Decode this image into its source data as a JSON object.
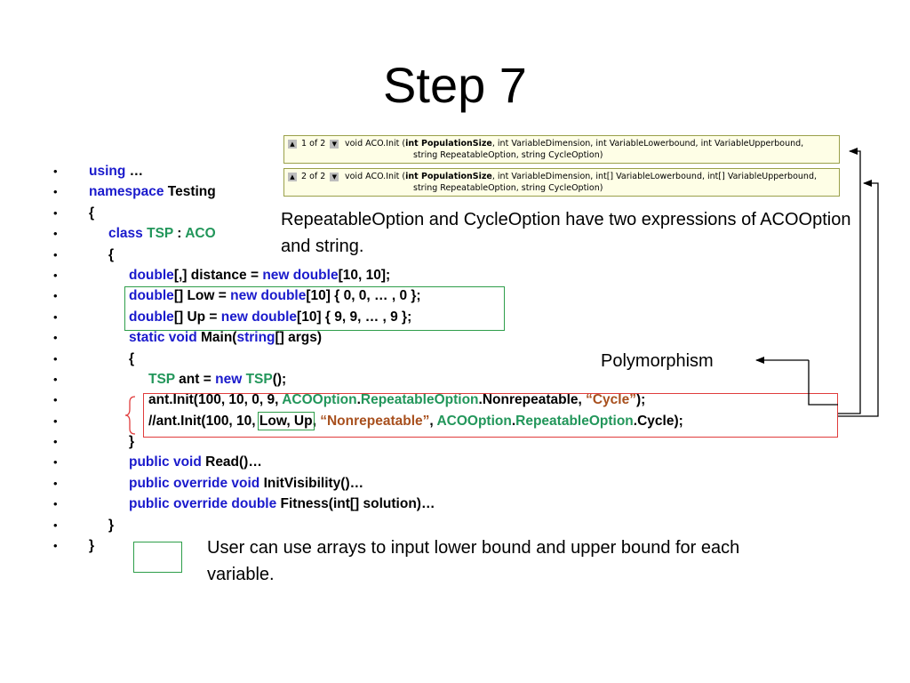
{
  "title": "Step 7",
  "tooltips": [
    {
      "counter": "1 of 2",
      "sig_prefix": "void ACO.Init (",
      "sig_bold": "int PopulationSize",
      "sig_rest": ", int VariableDimension, int VariableLowerbound, int VariableUpperbound,",
      "cont": "string RepeatableOption, string CycleOption)"
    },
    {
      "counter": "2 of 2",
      "sig_prefix": "void ACO.Init (",
      "sig_bold": "int PopulationSize",
      "sig_rest": ", int VariableDimension, int[] VariableLowerbound, int[] VariableUpperbound,",
      "cont": "string RepeatableOption, string CycleOption)"
    }
  ],
  "code": {
    "bullet": "•",
    "l1": {
      "kw": "using",
      "rest": " …"
    },
    "l2": {
      "kw": "namespace",
      "rest": " Testing"
    },
    "l3": "{",
    "l4": {
      "kw": "class",
      "t1": "TSP",
      "sep": " : ",
      "t2": "ACO"
    },
    "l5": "{",
    "l6": {
      "kw1": "double",
      "a": "[,] distance = ",
      "kw2": "new double",
      "b": "[10, 10];"
    },
    "l7": {
      "kw1": "double",
      "a": "[] Low = ",
      "kw2": "new double",
      "b": "[10] { 0, 0, … , 0 };"
    },
    "l8": {
      "kw1": "double",
      "a": "[] Up = ",
      "kw2": "new double",
      "b": "[10] { 9, 9, … , 9 };"
    },
    "l9": {
      "kw1": "static void",
      "a": " Main(",
      "kw2": "string",
      "b": "[] args)"
    },
    "l10": "{",
    "l11": {
      "t1": "TSP",
      "a": " ant = ",
      "kw": "new",
      "t2": "TSP",
      "b": "();"
    },
    "l12": {
      "a": "ant.Init(100, 10, 0, 9, ",
      "t1": "ACOOption",
      "d1": ".",
      "t2": "RepeatableOption",
      "b": ".Nonrepeatable, ",
      "s": "“Cycle”",
      "c": ");"
    },
    "l13": {
      "a": "//ant.Init(100, 10, ",
      "lu": "Low, Up",
      "comma": ", ",
      "s": "“Nonrepeatable”",
      "comma2": ", ",
      "t1": "ACOOption",
      "d1": ".",
      "t2": "RepeatableOption",
      "b": ".Cycle);"
    },
    "l14": "}",
    "l15": {
      "kw": "public void",
      "rest": " Read()…"
    },
    "l16": {
      "kw": "public override void",
      "rest": " InitVisibility()…"
    },
    "l17": {
      "kw": "public override double",
      "rest": " Fitness(int[] solution)…"
    },
    "l18": "}",
    "l19": "}"
  },
  "notes": {
    "expressions": "RepeatableOption  and CycleOption have two expressions of ACOOption and string.",
    "polymorphism": "Polymorphism",
    "arrays": "User can use arrays to input lower bound and upper bound for each variable."
  },
  "colors": {
    "keyword": "#1a1acc",
    "type": "#22965a",
    "string": "#a8501e",
    "green_box": "#2e9e4a",
    "red_box": "#e03c3c"
  }
}
